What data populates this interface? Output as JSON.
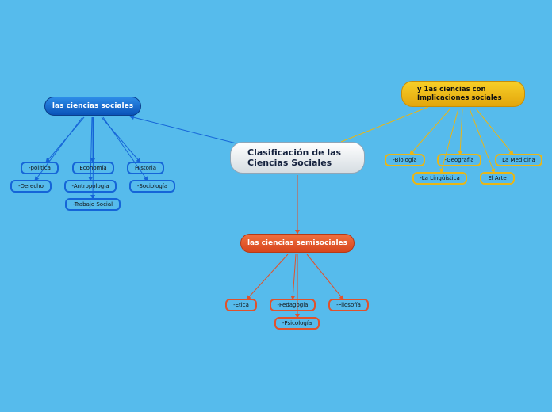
{
  "colors": {
    "background": "#56bbec",
    "social": "#1565d8",
    "implications": "#e9b615",
    "semisocial": "#e0522c"
  },
  "central": {
    "label": "Clasificación de las Ciencias Sociales"
  },
  "branches": {
    "social": {
      "label": "las ciencias sociales",
      "items": [
        "-política",
        "-Derecho",
        "Economía",
        "-Antropología",
        "-Trabajo Social",
        "Historia",
        "-Sociología"
      ]
    },
    "implications": {
      "label": "y 1as ciencias con Implicaciones sociales",
      "items": [
        "-Biología",
        "-Geografía",
        "La Medicina",
        "-La Lingüística",
        "El Arte"
      ]
    },
    "semisocial": {
      "label": "las ciencias semisociales",
      "items": [
        "-Etica",
        "-Pedagogía",
        "-Filosofía",
        "-Psicología"
      ]
    }
  }
}
